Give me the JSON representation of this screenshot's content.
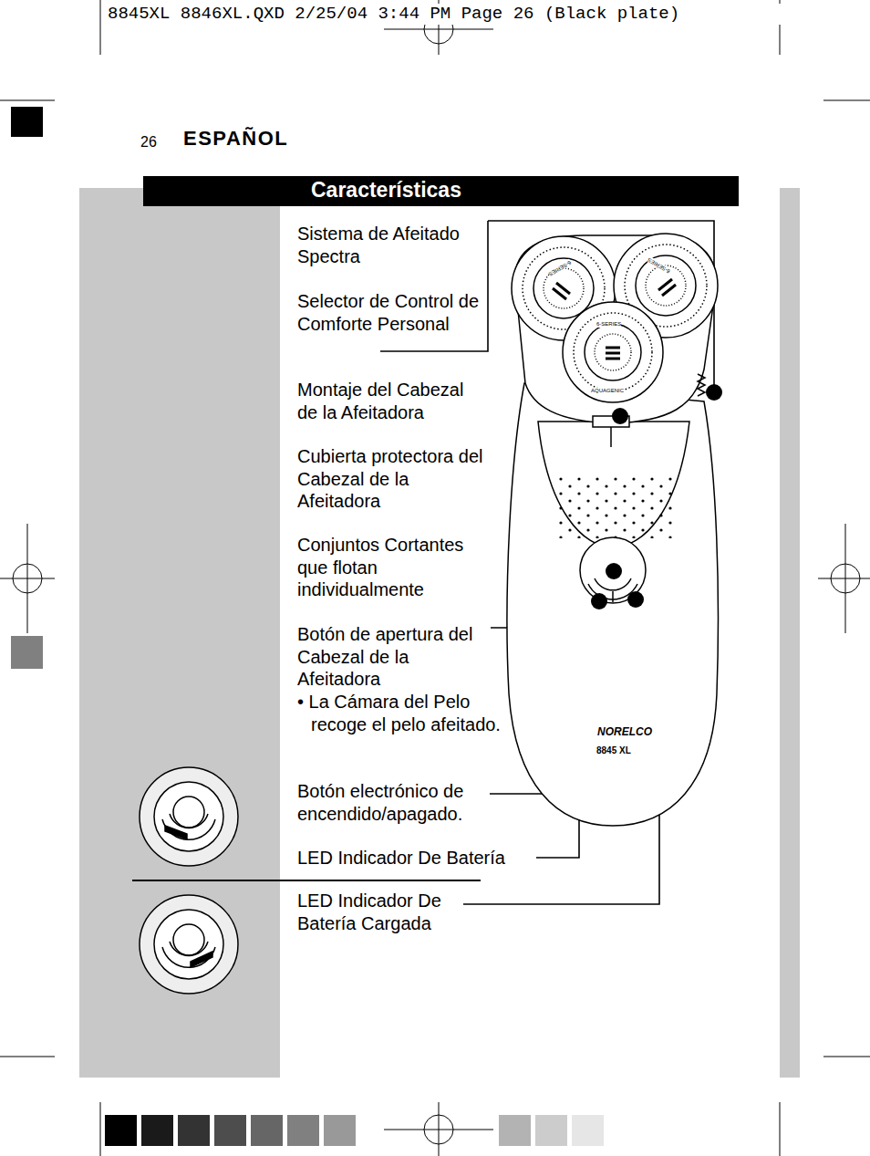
{
  "diagram": {
    "title": "ESPAÑOL",
    "nodes": [
      {
        "text": [
          "Características"
        ]
      }
    ],
    "edges": [],
    "labels": [
      "8845XL 8846XL.QXD 2/25/04 3:44 PM Page 26 (Black plate)",
      "26",
      "Sistema de Afeitado Spectra",
      "Selector de Control de Comforte Personal",
      "Montaje del Cabezal de la Afeitadora",
      "Cubierta protectora del Cabezal de la Afeitadora",
      "Conjuntos Cortantes que flotan individualmente",
      "Botón de apertura del Cabezal de la Afeitadora",
      "• La Cámara del Pelo recoge el pelo afeitado.",
      "Botón electrónico de encendido/apagado.",
      "LED Indicador De Batería",
      "LED Indicador De Batería Cargada",
      "NORELCO",
      "8845 XL",
      "6-SERIES",
      "6-SERIES",
      "6-SERIES",
      "AQUAGENIC"
    ]
  }
}
